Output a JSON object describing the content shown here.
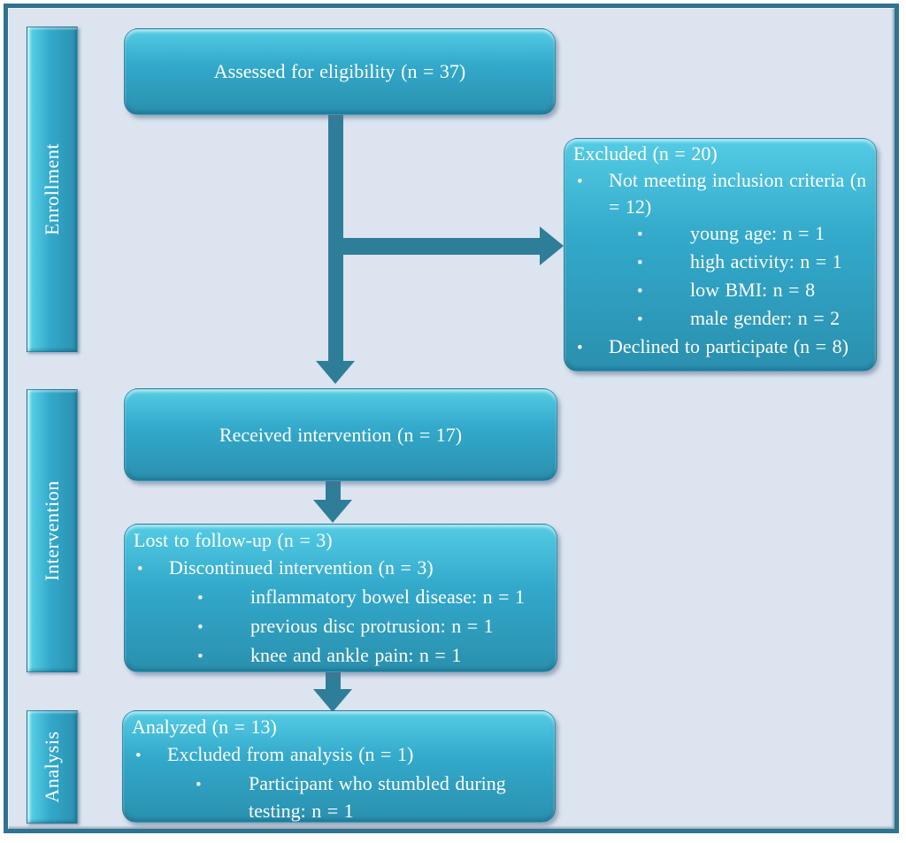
{
  "diagram": {
    "type": "CONSORT participant flow diagram",
    "stages": [
      {
        "label": "Enrollment"
      },
      {
        "label": "Intervention"
      },
      {
        "label": "Analysis"
      }
    ],
    "boxes": {
      "assessed": {
        "title": "Assessed for eligibility (n = 37)"
      },
      "excluded": {
        "title": "Excluded (n = 20)",
        "items": [
          {
            "level": 1,
            "text": "Not meeting inclusion criteria (n = 12)"
          },
          {
            "level": 2,
            "text": "young age: n = 1"
          },
          {
            "level": 2,
            "text": "high activity: n = 1"
          },
          {
            "level": 2,
            "text": "low BMI: n = 8"
          },
          {
            "level": 2,
            "text": "male gender: n = 2"
          },
          {
            "level": 1,
            "text": "Declined to participate (n = 8)"
          }
        ]
      },
      "received": {
        "title": "Received intervention (n = 17)"
      },
      "lost": {
        "title": "Lost to follow-up (n = 3)",
        "items": [
          {
            "level": 1,
            "text": "Discontinued intervention (n = 3)"
          },
          {
            "level": 2,
            "text": "inflammatory bowel disease: n = 1"
          },
          {
            "level": 2,
            "text": "previous disc protrusion: n = 1"
          },
          {
            "level": 2,
            "text": "knee and ankle pain: n = 1"
          }
        ]
      },
      "analyzed": {
        "title": "Analyzed (n = 13)",
        "items": [
          {
            "level": 1,
            "text": "Excluded from analysis (n = 1)"
          },
          {
            "level": 2,
            "text": "Participant who stumbled during testing: n = 1"
          }
        ]
      }
    }
  },
  "icons": {
    "bullet": "•"
  },
  "palette": {
    "background": "#dce4f0",
    "frame_border": "#2e7390",
    "box_top": "#55cce4",
    "box_mid": "#33a9cb",
    "box_bottom": "#2a90ae",
    "arrow": "#2f7e99",
    "text": "#ffffff"
  }
}
